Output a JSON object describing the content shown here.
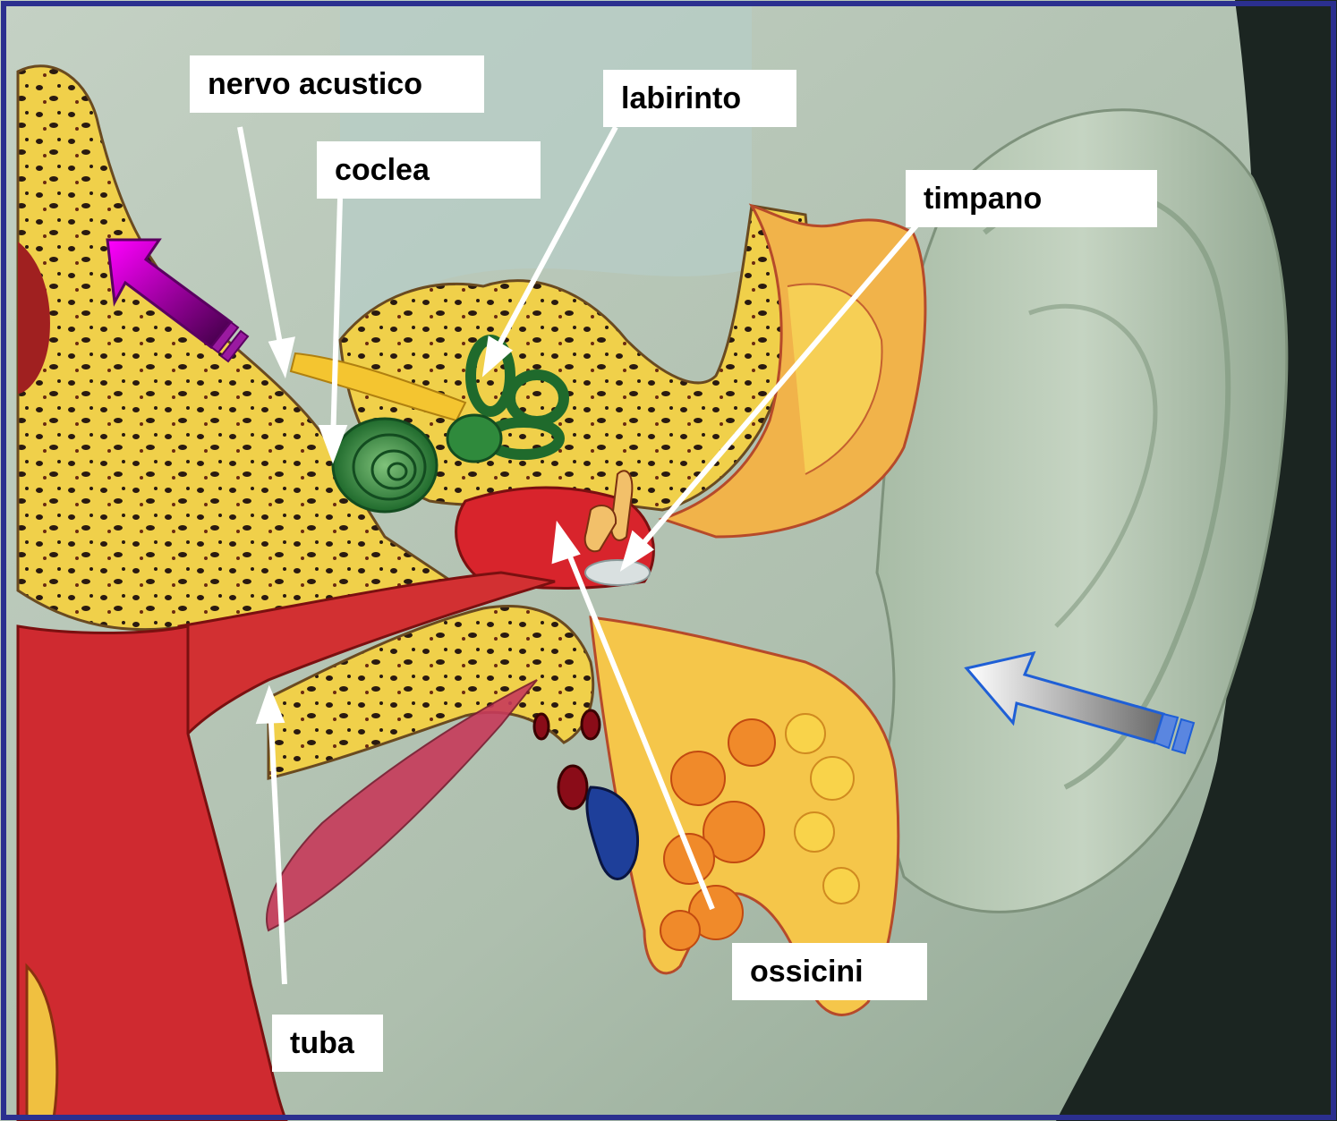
{
  "labels": {
    "nervo_acustico": "nervo acustico",
    "labirinto": "labirinto",
    "coclea": "coclea",
    "timpano": "timpano",
    "ossicini": "ossicini",
    "tuba": "tuba"
  },
  "colors": {
    "frame_border": "#2b2f8f",
    "bone": "#f2d24a",
    "flesh_red": "#d8242c",
    "skin_green": "#b9cbb3",
    "cochlea_green": "#2f8a3c",
    "background_dark": "#1a2320",
    "sound_arrow_blue": "#1f5fd6",
    "nerve_arrow_magenta": "#d400d8"
  },
  "icons": {
    "incoming_sound": "blue-arrow-icon",
    "outgoing_signal": "magenta-arrow-icon"
  }
}
